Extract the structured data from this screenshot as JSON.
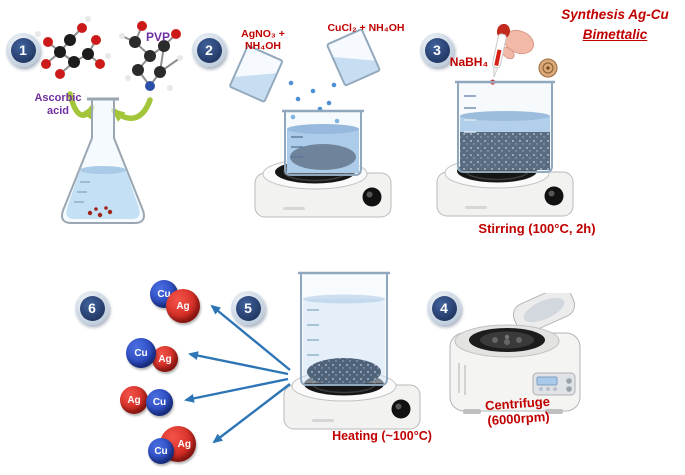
{
  "title": {
    "line1": "Synthesis Ag-Cu",
    "line2": "Bimettalic"
  },
  "steps": {
    "step1": {
      "number": "1",
      "reagent_a_line1": "Ascorbic",
      "reagent_a_line2": "acid",
      "reagent_b": "PVP"
    },
    "step2": {
      "number": "2",
      "left_beaker_line1": "AgNO₃ +",
      "left_beaker_line2": "NH₄OH",
      "right_beaker": "CuCl₂ + NH₄OH"
    },
    "step3": {
      "number": "3",
      "reagent": "NaBH₄",
      "caption": "Stirring (100°C, 2h)"
    },
    "step4": {
      "number": "4",
      "caption_line1": "Centrifuge",
      "caption_line2": "(6000rpm)"
    },
    "step5": {
      "number": "5",
      "caption": "Heating (~100°C)"
    },
    "step6": {
      "number": "6"
    }
  },
  "particles": [
    {
      "a": "Cu",
      "b": "Ag"
    },
    {
      "a": "Cu",
      "b": "Ag"
    },
    {
      "a": "Ag",
      "b": "Cu"
    },
    {
      "a": "Cu",
      "b": "Ag"
    }
  ],
  "colors": {
    "label_red": "#C00000",
    "label_purple": "#7030A0",
    "badge_navy": "#1F3864",
    "cu_particle_blue": "#1F3FBF",
    "ag_particle_red": "#D42015",
    "process_arrow_blue": "#2E75B6",
    "reagent_arrow_green": "#A2C53A",
    "solution_light_blue": "#BDD9F1",
    "solution_dark_navy": "#1E3450"
  }
}
